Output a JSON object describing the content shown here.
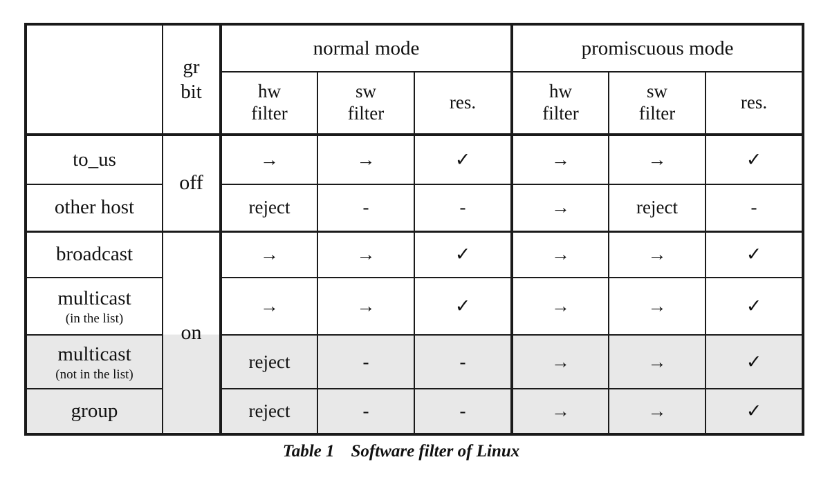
{
  "colors": {
    "background": "#ffffff",
    "border": "#1a1a1a",
    "shaded_row": "#e8e8e8",
    "text": "#111111"
  },
  "header": {
    "corner": "",
    "gr_bit": [
      "gr",
      "bit"
    ],
    "normal_mode": "normal mode",
    "promiscuous_mode": "promiscuous mode",
    "normal_sub": [
      [
        "hw",
        "filter"
      ],
      [
        "sw",
        "filter"
      ],
      [
        "res.",
        ""
      ]
    ],
    "promiscuous_sub": [
      [
        "hw",
        "filter"
      ],
      [
        "sw",
        "filter"
      ],
      [
        "res.",
        ""
      ]
    ]
  },
  "gr_groups": {
    "off": "off",
    "on": "on"
  },
  "rows": [
    {
      "label": "to_us",
      "sublabel": "",
      "normal": [
        "→",
        "→",
        "✓"
      ],
      "promiscuous": [
        "→",
        "→",
        "✓"
      ]
    },
    {
      "label": "other host",
      "sublabel": "",
      "normal": [
        "reject",
        "-",
        "-"
      ],
      "promiscuous": [
        "→",
        "reject",
        "-"
      ]
    },
    {
      "label": "broadcast",
      "sublabel": "",
      "normal": [
        "→",
        "→",
        "✓"
      ],
      "promiscuous": [
        "→",
        "→",
        "✓"
      ]
    },
    {
      "label": "multicast",
      "sublabel": "(in the list)",
      "normal": [
        "→",
        "→",
        "✓"
      ],
      "promiscuous": [
        "→",
        "→",
        "✓"
      ]
    },
    {
      "label": "multicast",
      "sublabel": "(not in the list)",
      "normal": [
        "reject",
        "-",
        "-"
      ],
      "promiscuous": [
        "→",
        "→",
        "✓"
      ]
    },
    {
      "label": "group",
      "sublabel": "",
      "normal": [
        "reject",
        "-",
        "-"
      ],
      "promiscuous": [
        "→",
        "→",
        "✓"
      ]
    }
  ],
  "caption": {
    "label": "Table 1",
    "title": "Software filter of Linux"
  }
}
